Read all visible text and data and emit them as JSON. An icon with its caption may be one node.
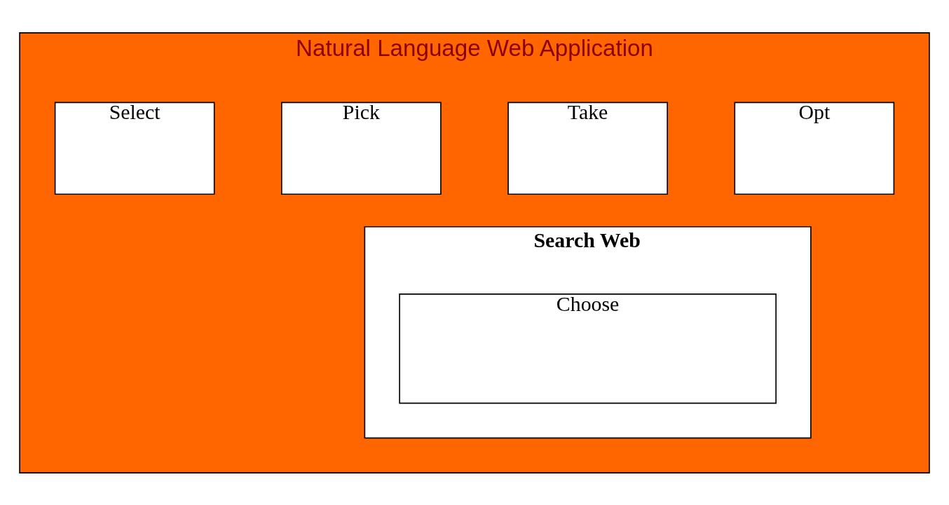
{
  "diagram": {
    "nodes": [
      {
        "text": [
          "Natural Language Web Application"
        ]
      },
      {
        "text": [
          "Select"
        ],
        "in": 0
      },
      {
        "text": [
          "Pick"
        ],
        "in": 0
      },
      {
        "text": [
          "Take"
        ],
        "in": 0
      },
      {
        "text": [
          "Opt"
        ],
        "in": 0
      },
      {
        "text": [
          "Search Web"
        ],
        "in": 0
      },
      {
        "text": [
          "Choose"
        ],
        "in": 5
      }
    ]
  }
}
